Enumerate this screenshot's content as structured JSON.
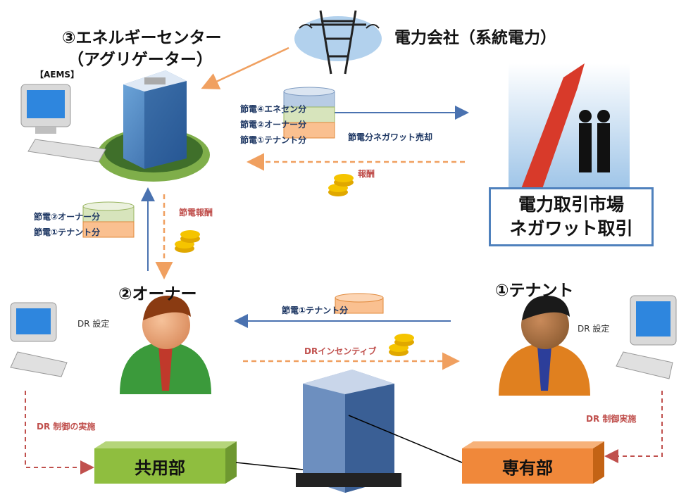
{
  "nodes": {
    "energy_center": {
      "line1": "③エネルギーセンター",
      "line2": "（アグリゲーター）",
      "aems": "【AEMS】"
    },
    "utility": "電力会社（系統電力）",
    "market": {
      "line1": "電力取引市場",
      "line2": "ネガワット取引"
    },
    "owner": "②オーナー",
    "tenant": "①テナント",
    "common_area": "共用部",
    "private_area": "専有部"
  },
  "labels": {
    "dr_setting_left": "DR 設定",
    "dr_setting_right": "DR 設定",
    "dr_control_owner": "DR 制御の実施",
    "dr_control_tenant": "DR 制御実施",
    "negawatt_sale": "節電分ネガワット売却",
    "reward": "報酬",
    "saving_reward": "節電報酬",
    "dr_incentive": "DRインセンティブ"
  },
  "stacks": {
    "top": [
      "節電④エネセン分",
      "節電②オーナー分",
      "節電①テナント分"
    ],
    "left": [
      "節電②オーナー分",
      "節電①テナント分"
    ],
    "middle": [
      "節電①テナント分"
    ]
  },
  "colors": {
    "blue_arrow": "#4a72b0",
    "orange_arrow": "#f0a060",
    "green_box": "#8fbe3f",
    "orange_box": "#f0883a",
    "market_border": "#4f81bd",
    "stack_blue": "#b8cce4",
    "stack_green": "#d7e4bc",
    "stack_orange": "#fac090"
  }
}
